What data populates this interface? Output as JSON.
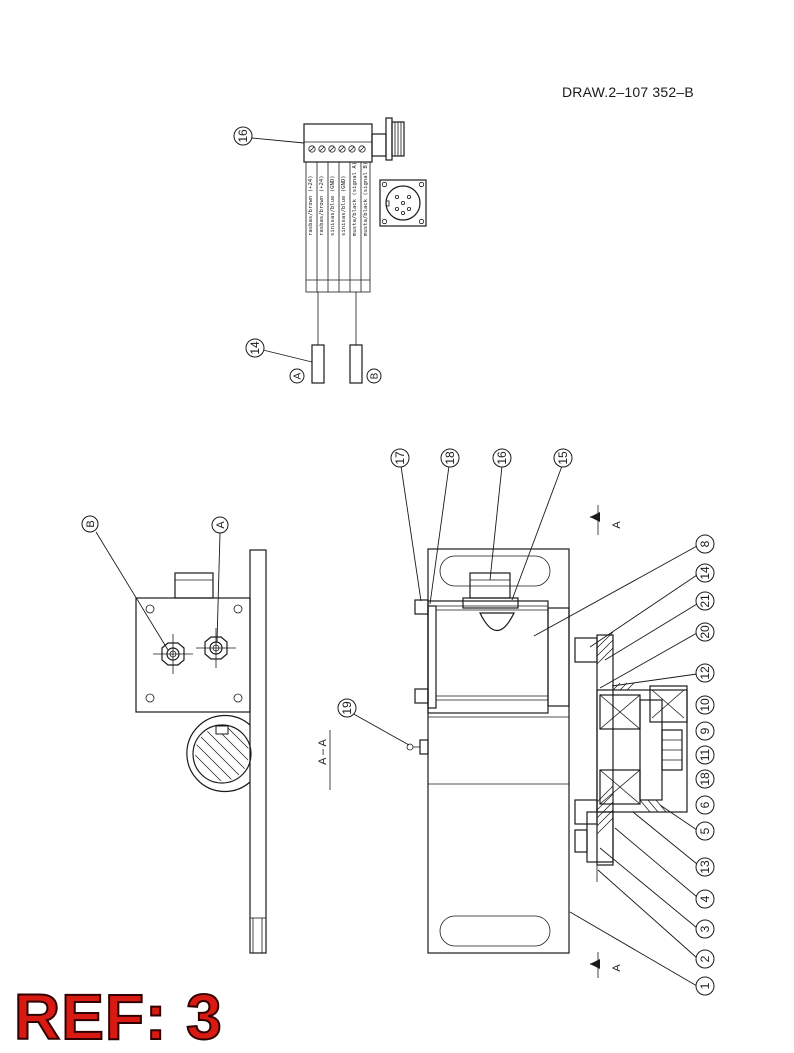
{
  "drawing_number": "DRAW.2–107 352–B",
  "ref_label": "REF: 3",
  "section_label": "A – A",
  "section_arrow_label": "A",
  "wiring": {
    "part_label": "16",
    "cable_label": "14",
    "terminal_a": "A",
    "terminal_b": "B",
    "wires": [
      "rasbas/brown (+24)",
      "rasbas/brown (+24)",
      "sinisas/blue (GND)",
      "sinisas/blue (GND)",
      "musta/black (signal A)",
      "musta/black (signal B)"
    ]
  },
  "end_view": {
    "label_a": "A",
    "label_b": "B"
  },
  "main_view": {
    "top_labels": [
      "17",
      "18",
      "16",
      "15"
    ],
    "side_labels": [
      "8",
      "14",
      "21",
      "20",
      "12",
      "10",
      "9",
      "11",
      "18",
      "6",
      "5",
      "13",
      "4",
      "3",
      "2",
      "1"
    ],
    "label_19": "19"
  },
  "colors": {
    "line": "#1a1a1a",
    "ref": "#d91a12"
  }
}
